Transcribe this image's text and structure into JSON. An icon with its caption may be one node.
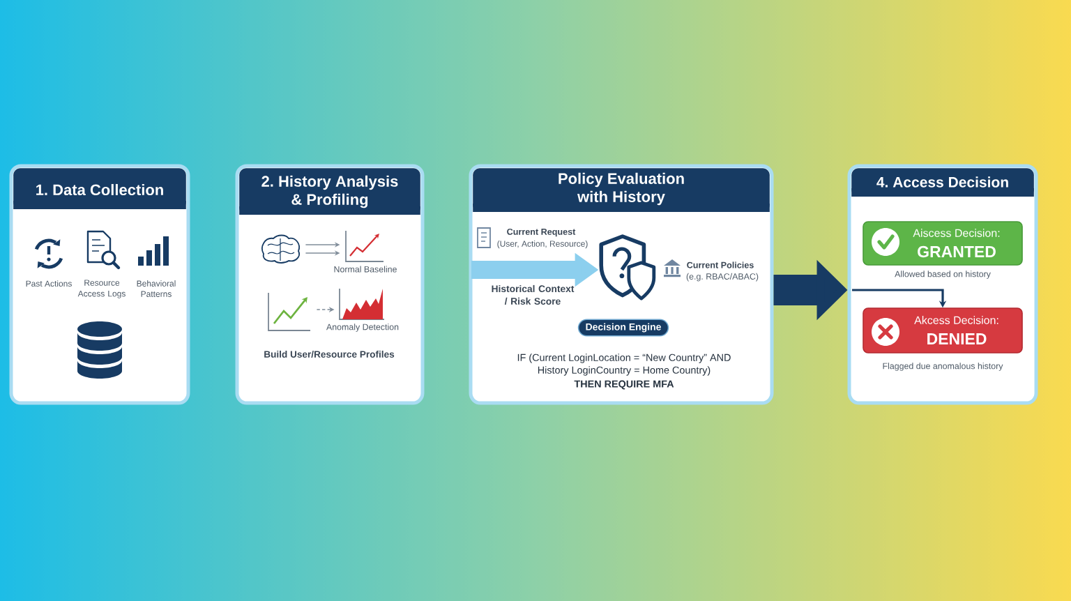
{
  "diagram": {
    "nodes": [
      {
        "text": [
          "1. Data Collection"
        ]
      },
      {
        "text": [
          "2. History Analysis & Profiling"
        ]
      },
      {
        "text": [
          "Policy Evaluation with History"
        ]
      },
      {
        "text": [
          "4. Access Decision"
        ]
      },
      {
        "text": [],
        "shape": "picture",
        "in": 1
      },
      {
        "text": [],
        "shape": "picture",
        "in": 1,
        "beside": [
          "Normal Baseline"
        ]
      },
      {
        "text": [],
        "shape": "picture",
        "in": 1
      },
      {
        "text": [],
        "shape": "picture",
        "in": 1,
        "beside": [
          "Anomaly Detection"
        ]
      },
      {
        "text": [],
        "shape": "picture",
        "in": 2
      },
      {
        "text": [
          "Decision Engine"
        ],
        "in": 2
      },
      {
        "text": [
          "Aiscess Decision:",
          "GRANTED"
        ],
        "in": 3,
        "beside": [
          "Allowed based on history"
        ]
      },
      {
        "text": [
          "Akcess Decision:",
          "DENIED"
        ],
        "in": 3,
        "beside": [
          "Flagged due anomalous history"
        ]
      }
    ],
    "edges": [
      {
        "from": 4,
        "to": 5,
        "arrow": "to"
      },
      {
        "from": 4,
        "to": 5,
        "arrow": "to"
      },
      {
        "from": 6,
        "to": 7,
        "arrow": "to",
        "style": "dashed"
      },
      {
        "from": null,
        "to": 8,
        "arrow": "to",
        "label": "Historical Context / Risk Score",
        "style": "thick",
        "color": "#8ccfee"
      },
      {
        "from": 2,
        "to": 3,
        "arrow": "to",
        "style": "thick",
        "color": "#173b63"
      },
      {
        "from": null,
        "to": 11,
        "arrow": "to",
        "color": "#173b63"
      }
    ],
    "labels": [
      "Past Actions",
      "Resource Access Logs",
      "Behavioral Patterns",
      "Build User/Resource Profiles",
      "Current Request",
      "(User, Action, Resource)",
      "Current Policies",
      "(e.g. RBAC/ABAC)",
      "IF (Current LoginLocation = “New Country” AND History LoginCountry = Home Country)",
      "THEN REQUIRE MFA"
    ]
  }
}
